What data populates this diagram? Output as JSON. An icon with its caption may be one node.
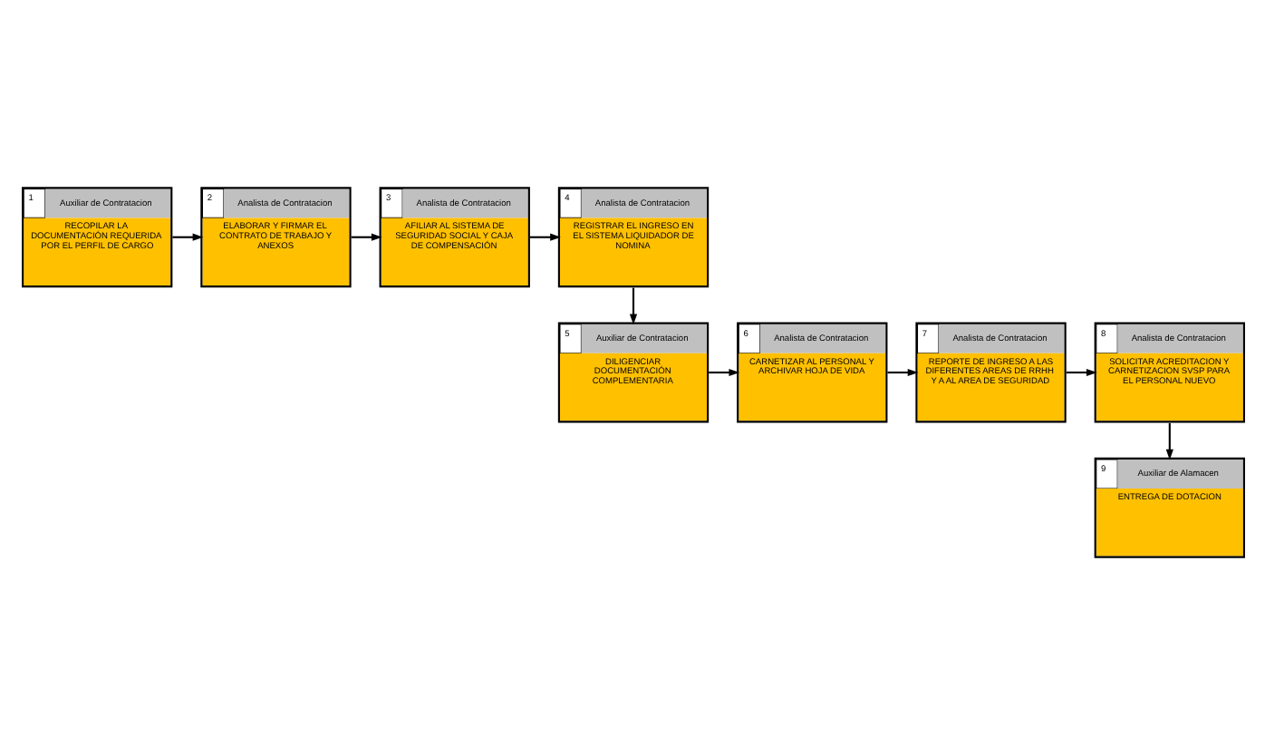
{
  "diagram": {
    "nodes": [
      {
        "text": [
          "1",
          "Auxiliar de Contratacion",
          "RECOPILAR LA DOCUMENTACIÓN REQUERIDA POR EL PERFIL DE CARGO"
        ]
      },
      {
        "text": [
          "2",
          "Analista de Contratacion",
          "ELABORAR Y FIRMAR EL CONTRATO DE TRABAJO Y ANEXOS"
        ]
      },
      {
        "text": [
          "3",
          "Analista de Contratacion",
          "AFILIAR AL SISTEMA DE SEGURIDAD SOCIAL Y CAJA DE COMPENSACIÓN"
        ]
      },
      {
        "text": [
          "4",
          "Analista de Contratacion",
          "REGISTRAR EL INGRESO EN EL SISTEMA LIQUIDADOR DE NOMINA"
        ]
      },
      {
        "text": [
          "5",
          "Auxiliar de Contratacion",
          "DILIGENCIAR DOCUMENTACIÓN COMPLEMENTARIA"
        ]
      },
      {
        "text": [
          "6",
          "Analista de Contratacion",
          "CARNETIZAR AL PERSONAL Y ARCHIVAR HOJA DE VIDA"
        ]
      },
      {
        "text": [
          "7",
          "Analista de Contratacion",
          "REPORTE DE INGRESO A LAS DIFERENTES AREAS DE RRHH Y A AL AREA DE SEGURIDAD"
        ]
      },
      {
        "text": [
          "8",
          "Analista de Contratacion",
          "SOLICITAR ACREDITACION Y CARNETIZACION SVSP PARA EL PERSONAL NUEVO"
        ]
      },
      {
        "text": [
          "9",
          "Auxiliar de Alamacen",
          "ENTREGA DE DOTACION"
        ]
      }
    ],
    "edges": [
      {
        "from": 0,
        "to": 1,
        "arrow": "to"
      },
      {
        "from": 1,
        "to": 2,
        "arrow": "to"
      },
      {
        "from": 2,
        "to": 3,
        "arrow": "to"
      },
      {
        "from": 3,
        "to": 4,
        "arrow": "to"
      },
      {
        "from": 4,
        "to": 5,
        "arrow": "to"
      },
      {
        "from": 5,
        "to": 6,
        "arrow": "to"
      },
      {
        "from": 6,
        "to": 7,
        "arrow": "to"
      },
      {
        "from": 7,
        "to": 8,
        "arrow": "to"
      }
    ]
  }
}
